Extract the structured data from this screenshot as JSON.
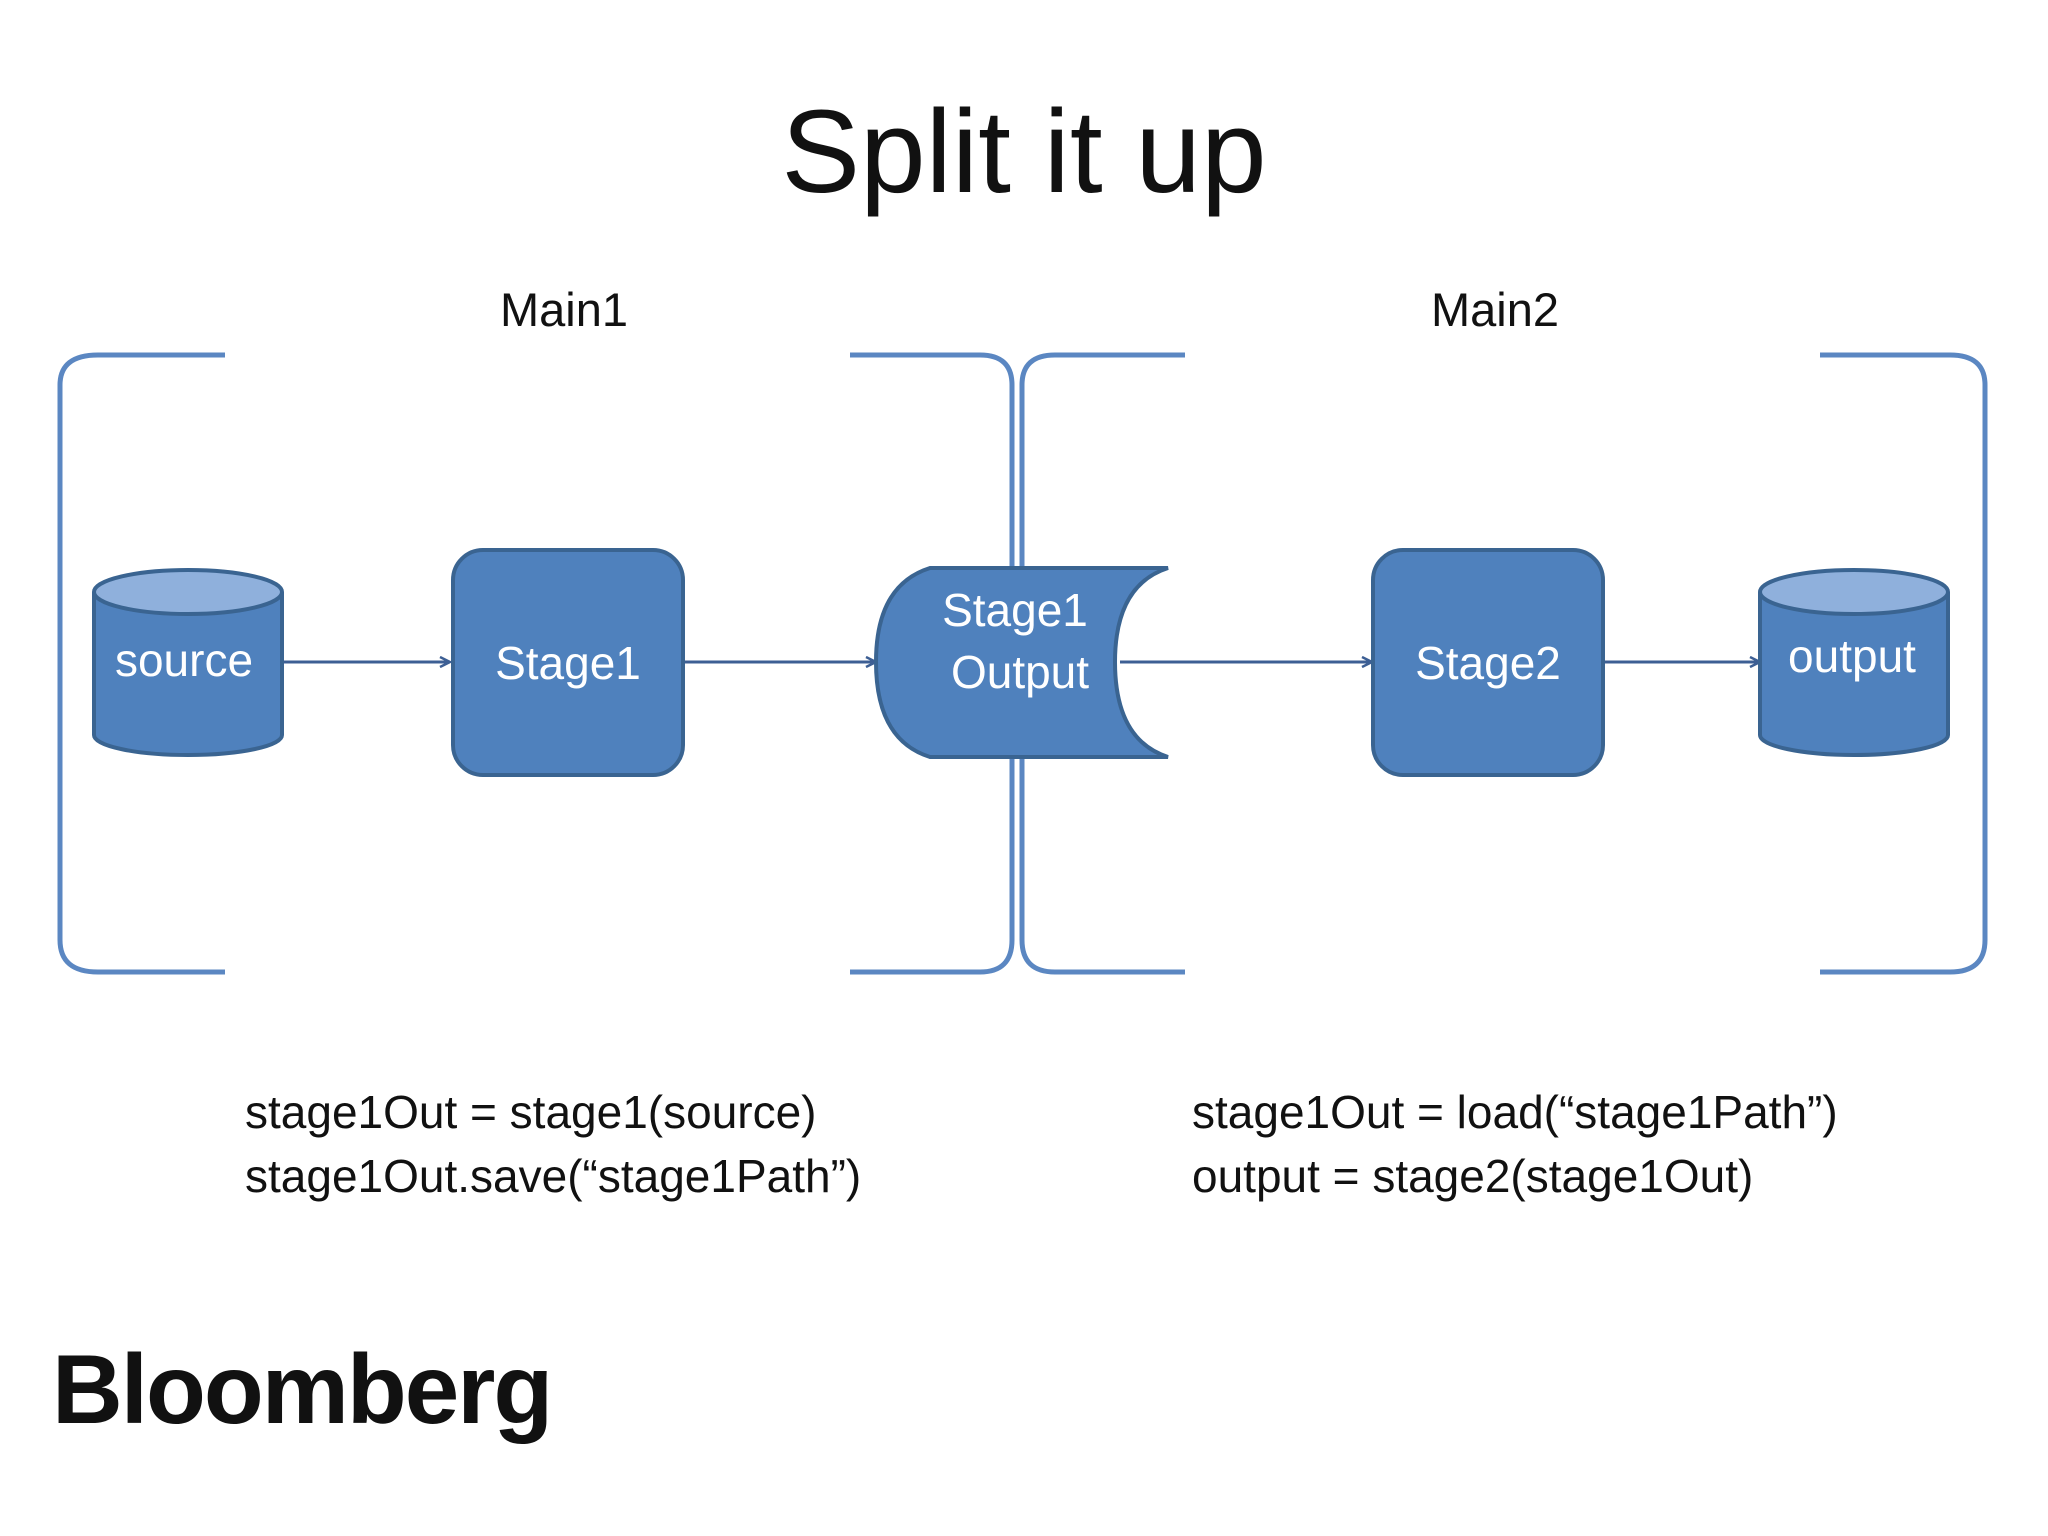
{
  "title": "Split it up",
  "groups": {
    "main1": "Main1",
    "main2": "Main2"
  },
  "nodes": {
    "source": "source",
    "stage1": "Stage1",
    "stage1_output_line1": "Stage1",
    "stage1_output_line2": "Output",
    "stage2": "Stage2",
    "output": "output"
  },
  "code": {
    "left_line1": "stage1Out = stage1(source)",
    "left_line2": "stage1Out.save(“stage1Path”)",
    "right_line1": "stage1Out = load(“stage1Path”)",
    "right_line2": "output = stage2(stage1Out)"
  },
  "brand": "Bloomberg",
  "colors": {
    "node_fill": "#4f81bd",
    "node_stroke": "#3a6491",
    "bracket": "#5b87c2",
    "arrow": "#3d5f94"
  }
}
